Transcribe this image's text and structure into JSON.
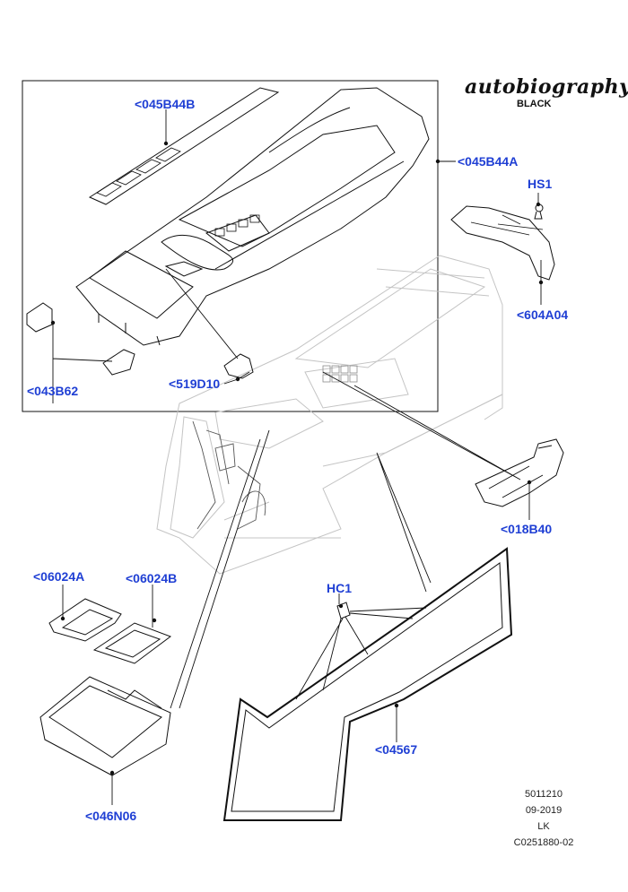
{
  "brand": {
    "logo_text": "autobiography",
    "variant": "BLACK"
  },
  "callouts": {
    "c045B44B": "<045B44B",
    "c045B44A": "<045B44A",
    "cHS1": "HS1",
    "c604A04": "<604A04",
    "c043B62": "<043B62",
    "c519D10": "<519D10",
    "c018B40": "<018B40",
    "c06024A": "<06024A",
    "c06024B": "<06024B",
    "cHC1": "HC1",
    "c04567": "<04567",
    "c046N06": "<046N06"
  },
  "footer": {
    "ref": "5011210",
    "date": "09-2019",
    "initials": "LK",
    "drawing_id": "C0251880-02"
  },
  "colors": {
    "callout": "#1f3fd4",
    "line": "#111111",
    "ghost": "#c4c4c4"
  }
}
